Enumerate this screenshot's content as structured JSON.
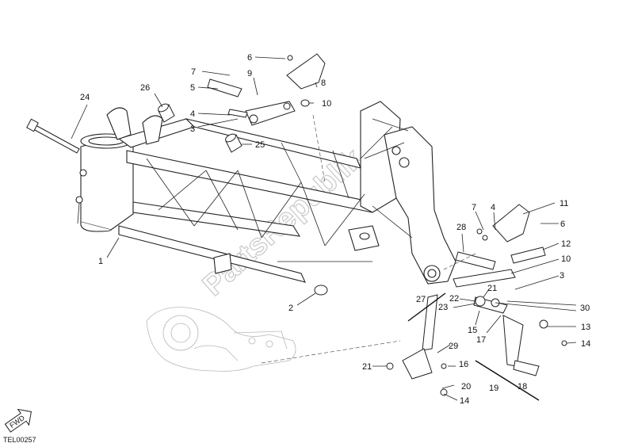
{
  "diagram": {
    "code": "TEL00257",
    "watermark": "PartsRepublik",
    "fwd_label": "FWD",
    "callouts": [
      {
        "id": "c1",
        "text": "1"
      },
      {
        "id": "c2",
        "text": "2"
      },
      {
        "id": "c3a",
        "text": "3"
      },
      {
        "id": "c3b",
        "text": "3"
      },
      {
        "id": "c4a",
        "text": "4"
      },
      {
        "id": "c4b",
        "text": "4"
      },
      {
        "id": "c5",
        "text": "5"
      },
      {
        "id": "c6a",
        "text": "6"
      },
      {
        "id": "c6b",
        "text": "6"
      },
      {
        "id": "c7a",
        "text": "7"
      },
      {
        "id": "c7b",
        "text": "7"
      },
      {
        "id": "c8",
        "text": "8"
      },
      {
        "id": "c9",
        "text": "9"
      },
      {
        "id": "c10a",
        "text": "10"
      },
      {
        "id": "c10b",
        "text": "10"
      },
      {
        "id": "c11",
        "text": "11"
      },
      {
        "id": "c12",
        "text": "12"
      },
      {
        "id": "c13",
        "text": "13"
      },
      {
        "id": "c14a",
        "text": "14"
      },
      {
        "id": "c14b",
        "text": "14"
      },
      {
        "id": "c15",
        "text": "15"
      },
      {
        "id": "c16",
        "text": "16"
      },
      {
        "id": "c17",
        "text": "17"
      },
      {
        "id": "c18",
        "text": "18"
      },
      {
        "id": "c19",
        "text": "19"
      },
      {
        "id": "c20",
        "text": "20"
      },
      {
        "id": "c21a",
        "text": "21"
      },
      {
        "id": "c21b",
        "text": "21"
      },
      {
        "id": "c22",
        "text": "22"
      },
      {
        "id": "c23",
        "text": "23"
      },
      {
        "id": "c24",
        "text": "24"
      },
      {
        "id": "c25",
        "text": "25"
      },
      {
        "id": "c26",
        "text": "26"
      },
      {
        "id": "c27",
        "text": "27"
      },
      {
        "id": "c28",
        "text": "28"
      },
      {
        "id": "c29",
        "text": "29"
      },
      {
        "id": "c30",
        "text": "30"
      }
    ]
  }
}
